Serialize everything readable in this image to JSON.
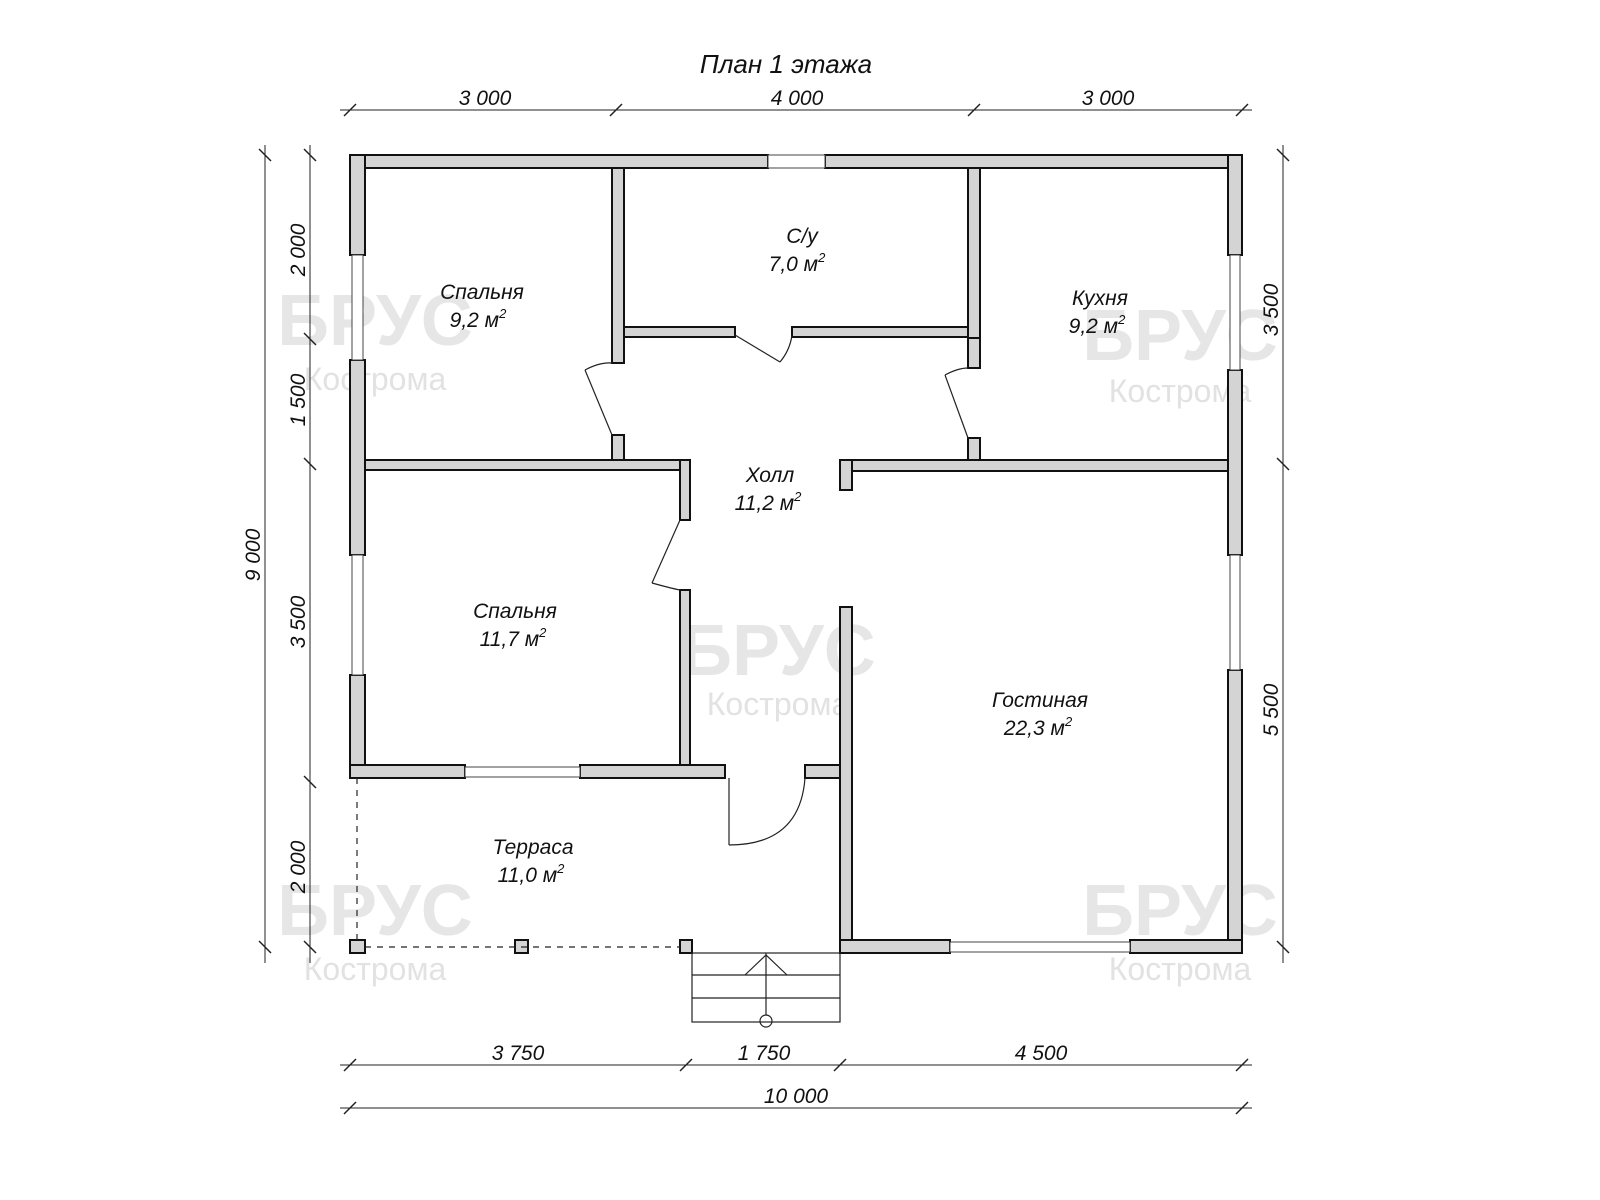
{
  "title": "План 1 этажа",
  "watermark": {
    "brand": "БРУС",
    "city": "Кострома"
  },
  "rooms": [
    {
      "name": "Спальня",
      "area": "9,2 м",
      "sup": "2"
    },
    {
      "name": "С/у",
      "area": "7,0 м",
      "sup": "2"
    },
    {
      "name": "Кухня",
      "area": "9,2 м",
      "sup": "2"
    },
    {
      "name": "Холл",
      "area": "11,2 м",
      "sup": "2"
    },
    {
      "name": "Спальня",
      "area": "11,7 м",
      "sup": "2"
    },
    {
      "name": "Гостиная",
      "area": "22,3 м",
      "sup": "2"
    },
    {
      "name": "Терраса",
      "area": "11,0 м",
      "sup": "2"
    }
  ],
  "dimensions": {
    "top": [
      "3 000",
      "4 000",
      "3 000"
    ],
    "bottom": [
      "3 750",
      "1 750",
      "4 500"
    ],
    "total_width": "10 000",
    "left": [
      "2 000",
      "1 500",
      "3 500",
      "2 000"
    ],
    "total_height": "9 000",
    "right": [
      "3 500",
      "5 500"
    ]
  }
}
